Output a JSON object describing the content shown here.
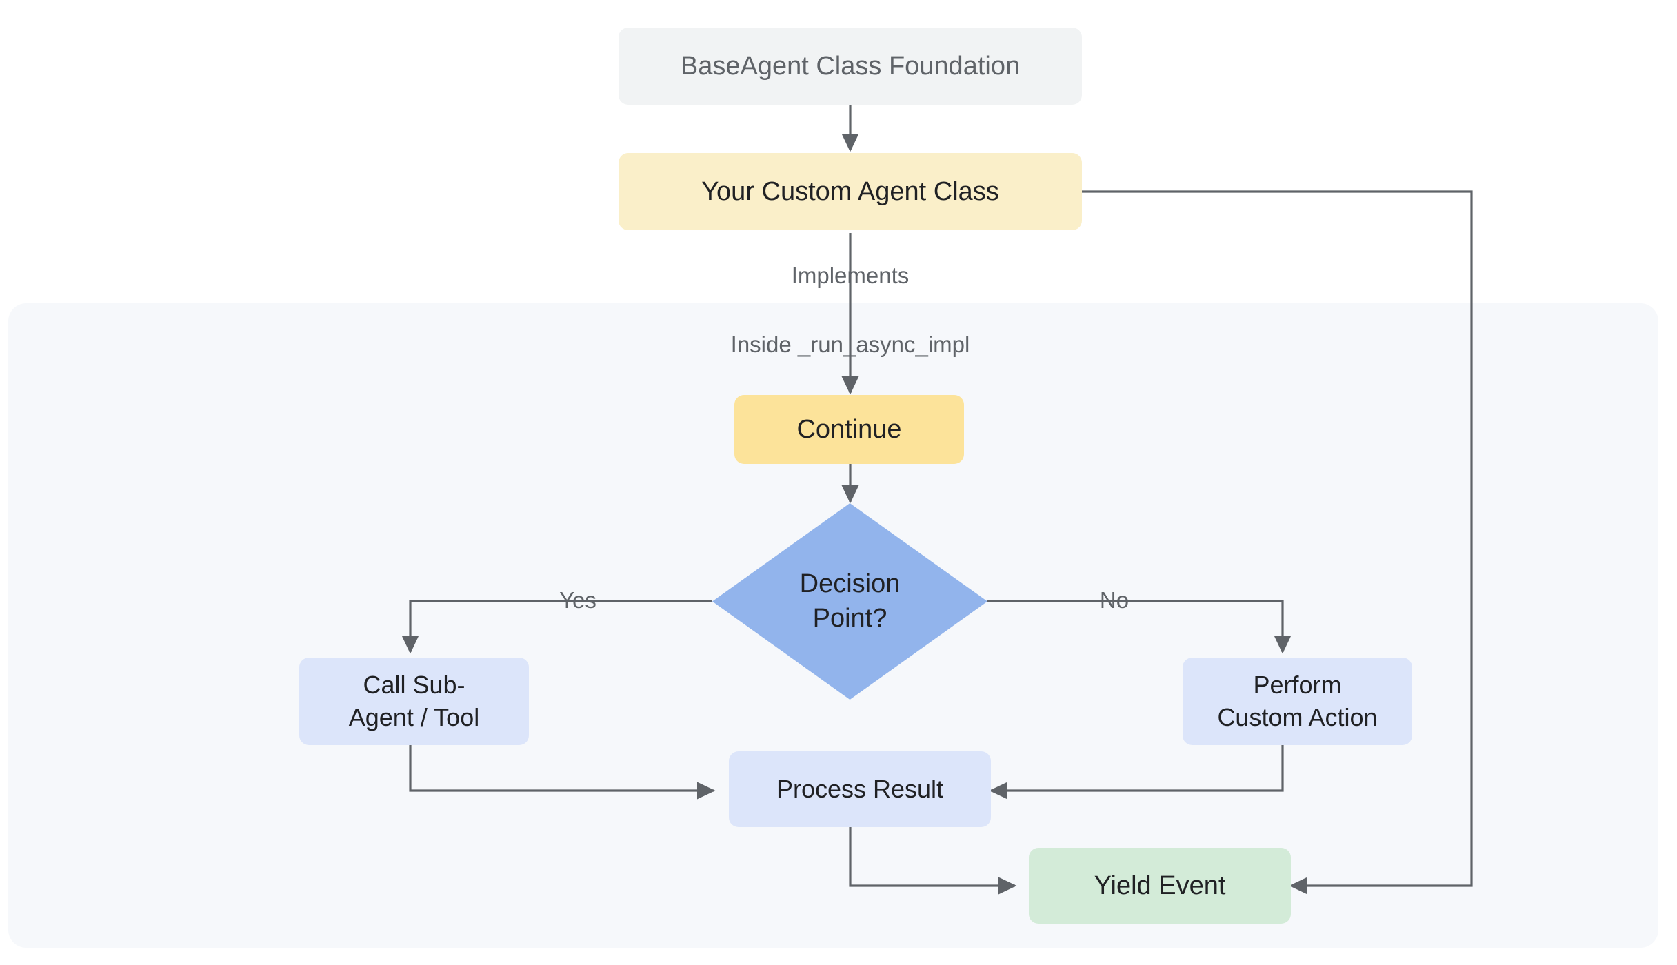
{
  "diagram": {
    "type": "flowchart",
    "title": "BaseAgent Custom Agent Flow",
    "subgraph": {
      "name": "run-async-impl-region",
      "label": ""
    },
    "colors": {
      "background": "#FFFFFF",
      "subgraph_fill": "#F6F8FB",
      "base_fill": "#F1F3F4",
      "base_text": "#5F6368",
      "custom_fill": "#FAEFC9",
      "continue_fill": "#FCE39A",
      "process_fill": "#DCE5FA",
      "decision_fill": "#92B4EC",
      "yield_fill": "#D3EBD8",
      "edge_stroke": "#5F6368",
      "node_text": "#202124"
    },
    "nodes": [
      {
        "id": "base_agent",
        "label": "BaseAgent Class Foundation",
        "shape": "rounded-rect",
        "fill": "#F1F3F4"
      },
      {
        "id": "custom_agent",
        "label": "Your Custom Agent Class",
        "shape": "rounded-rect",
        "fill": "#FAEFC9"
      },
      {
        "id": "continue",
        "label": "Continue",
        "shape": "rounded-rect",
        "fill": "#FCE39A"
      },
      {
        "id": "decision",
        "label": "Decision\nPoint?",
        "shape": "diamond",
        "fill": "#92B4EC"
      },
      {
        "id": "call_sub_agent",
        "label": "Call Sub-\nAgent / Tool",
        "shape": "rounded-rect",
        "fill": "#DCE5FA"
      },
      {
        "id": "perform_action",
        "label": "Perform\nCustom Action",
        "shape": "rounded-rect",
        "fill": "#DCE5FA"
      },
      {
        "id": "process_result",
        "label": "Process Result",
        "shape": "rounded-rect",
        "fill": "#DCE5FA"
      },
      {
        "id": "yield_event",
        "label": "Yield Event",
        "shape": "rounded-rect",
        "fill": "#D3EBD8"
      }
    ],
    "edges": [
      {
        "from": "base_agent",
        "to": "custom_agent",
        "label": ""
      },
      {
        "from": "custom_agent",
        "to": "continue",
        "label": "Implements"
      },
      {
        "from": "custom_agent",
        "to": "continue",
        "label": "Inside _run_async_impl"
      },
      {
        "from": "continue",
        "to": "decision",
        "label": ""
      },
      {
        "from": "decision",
        "to": "call_sub_agent",
        "label": "Yes"
      },
      {
        "from": "decision",
        "to": "perform_action",
        "label": "No"
      },
      {
        "from": "call_sub_agent",
        "to": "process_result",
        "label": ""
      },
      {
        "from": "perform_action",
        "to": "process_result",
        "label": ""
      },
      {
        "from": "process_result",
        "to": "yield_event",
        "label": ""
      },
      {
        "from": "custom_agent",
        "to": "yield_event",
        "label": ""
      }
    ],
    "edge_labels": {
      "implements": "Implements",
      "inside_run_async_impl": "Inside _run_async_impl",
      "yes": "Yes",
      "no": "No"
    }
  }
}
